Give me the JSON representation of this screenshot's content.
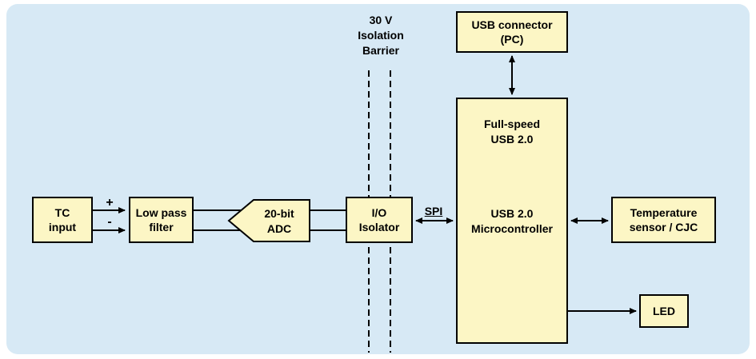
{
  "colors": {
    "panel_bg": "#d7e9f5",
    "block_bg": "#fcf6c5",
    "line": "#000000"
  },
  "blocks": {
    "tc_input": "TC\ninput",
    "low_pass_filter": "Low pass\nfilter",
    "adc": "20-bit\nADC",
    "io_isolator": "I/O\nIsolator",
    "usb_connector": "USB connector\n(PC)",
    "mcu_fullspeed": "Full-speed\nUSB 2.0",
    "mcu_main": "USB 2.0\nMicrocontroller",
    "temp_sensor": "Temperature\nsensor / CJC",
    "led": "LED"
  },
  "labels": {
    "isolation_barrier": "30 V\nIsolation\nBarrier",
    "plus": "+",
    "minus": "-",
    "spi": "SPI"
  }
}
